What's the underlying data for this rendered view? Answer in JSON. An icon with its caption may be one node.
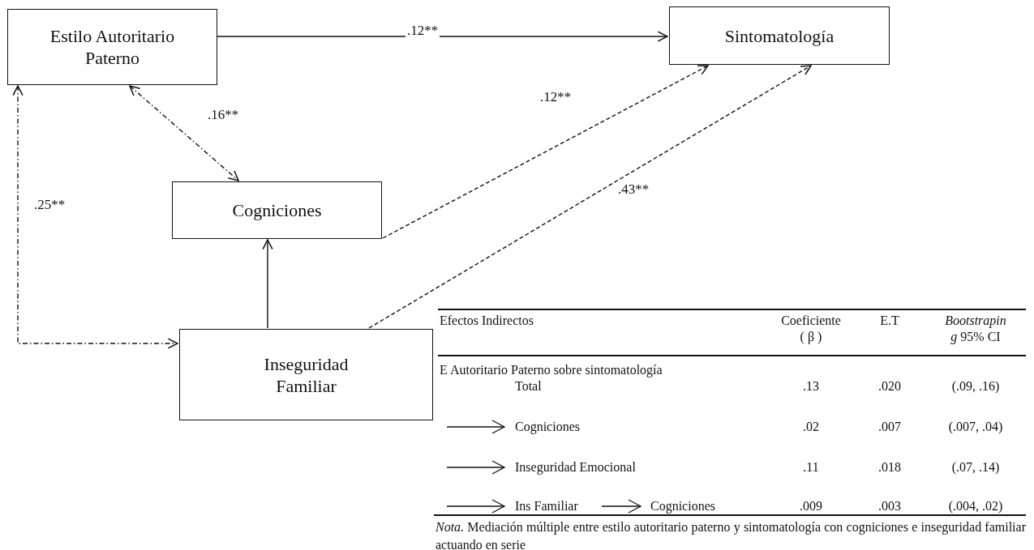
{
  "diagram": {
    "caption": "*Nota.* Mediación múltiple entre estilo autoritario paterno y sintomatología con cogniciones e inseguridad familiar actuando en serie",
    "nodes": [
      {
        "text": [
          "Estilo Autoritario Paterno"
        ]
      },
      {
        "text": [
          "Sintomatología"
        ]
      },
      {
        "text": [
          "Cogniciones"
        ]
      },
      {
        "text": [
          "Inseguridad Familiar"
        ]
      }
    ],
    "edges": [
      {
        "from": 0,
        "to": 1,
        "arrow": "to",
        "label": ".12**"
      },
      {
        "from": 0,
        "to": 2,
        "arrow": "both",
        "label": ".16**",
        "style": "dashed"
      },
      {
        "from": 0,
        "to": 3,
        "arrow": "both",
        "label": ".25**",
        "style": "dashed"
      },
      {
        "from": 2,
        "to": 1,
        "arrow": "to",
        "label": ".12**",
        "style": "dashed"
      },
      {
        "from": 3,
        "to": 1,
        "arrow": "to",
        "label": ".43**",
        "style": "dashed"
      },
      {
        "from": 3,
        "to": 2,
        "arrow": "to"
      }
    ],
    "labels": [
      "Efectos Indirectos",
      "Coeficiente ( β )",
      "E.T",
      "*Bootstrapin g* 95% CI",
      "E Autoritario Paterno sobre sintomatología",
      "Total",
      ".13",
      ".020",
      "(.09, .16)",
      "Cogniciones",
      ".02",
      ".007",
      "(.007, .04)",
      "Inseguridad Emocional",
      ".11",
      ".018",
      "(.07, .14)",
      "Ins Familiar",
      "Cogniciones",
      ".009",
      ".003",
      "(.004, .02)"
    ]
  }
}
